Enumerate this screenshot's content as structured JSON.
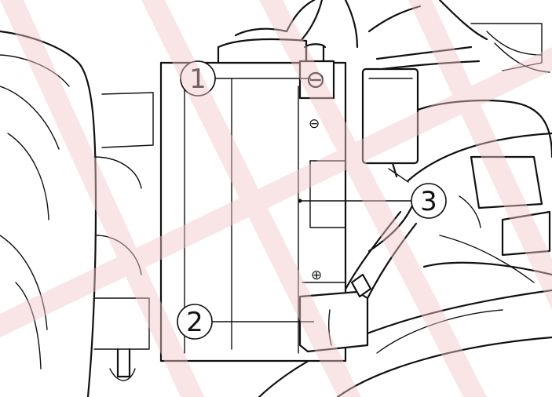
{
  "callouts": [
    {
      "number": "1",
      "label": "negative-terminal"
    },
    {
      "number": "2",
      "label": "positive-terminal"
    },
    {
      "number": "3",
      "label": "battery"
    }
  ],
  "symbols": {
    "minus": "⊖",
    "plus": "⊕"
  },
  "watermark_color": "#f2c7c7"
}
